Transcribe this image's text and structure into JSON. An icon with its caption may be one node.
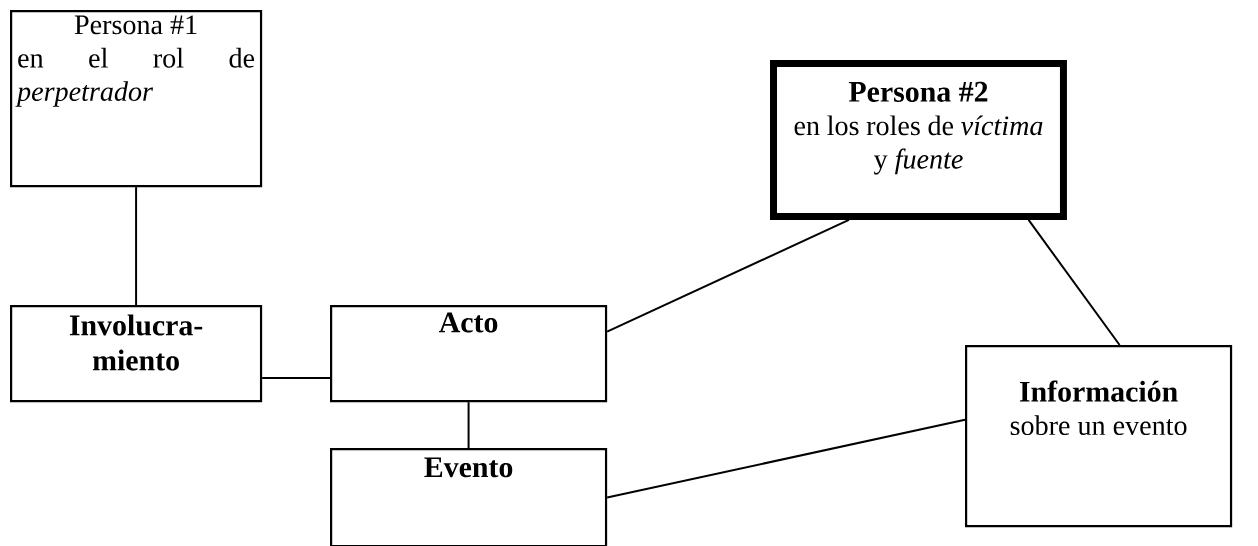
{
  "diagram": {
    "nodes": [
      {
        "text": [
          "Persona #1",
          "en el rol de *perpetrador*"
        ]
      },
      {
        "text": [
          "Persona #2",
          "en los roles de *víctima* y *fuente*"
        ]
      },
      {
        "text": [
          "Involucra- miento"
        ]
      },
      {
        "text": [
          "Acto"
        ]
      },
      {
        "text": [
          "Evento"
        ]
      },
      {
        "text": [
          "Información",
          "sobre un evento"
        ]
      }
    ],
    "edges": [
      {
        "from": 0,
        "to": 2,
        "arrow": "none"
      },
      {
        "from": 2,
        "to": 3,
        "arrow": "none"
      },
      {
        "from": 3,
        "to": 4,
        "arrow": "none"
      },
      {
        "from": 3,
        "to": 1,
        "arrow": "none"
      },
      {
        "from": 1,
        "to": 5,
        "arrow": "none"
      },
      {
        "from": 4,
        "to": 5,
        "arrow": "none"
      }
    ]
  }
}
